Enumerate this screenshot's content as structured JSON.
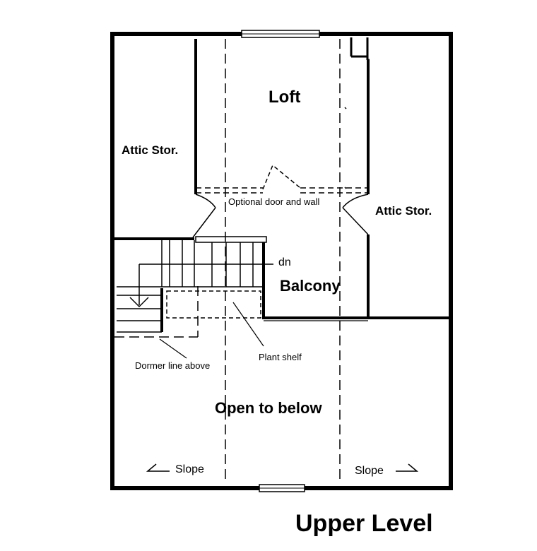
{
  "plan": {
    "title": "Upper Level",
    "rooms": {
      "loft": "Loft",
      "attic_left": "Attic Stor.",
      "attic_right": "Attic Stor.",
      "balcony": "Balcony",
      "open_below": "Open to below"
    },
    "notes": {
      "optional_door": "Optional door and wall",
      "stair_dn": "dn",
      "plant_shelf": "Plant shelf",
      "dormer": "Dormer line above",
      "slope_left": "Slope",
      "slope_right": "Slope"
    }
  }
}
